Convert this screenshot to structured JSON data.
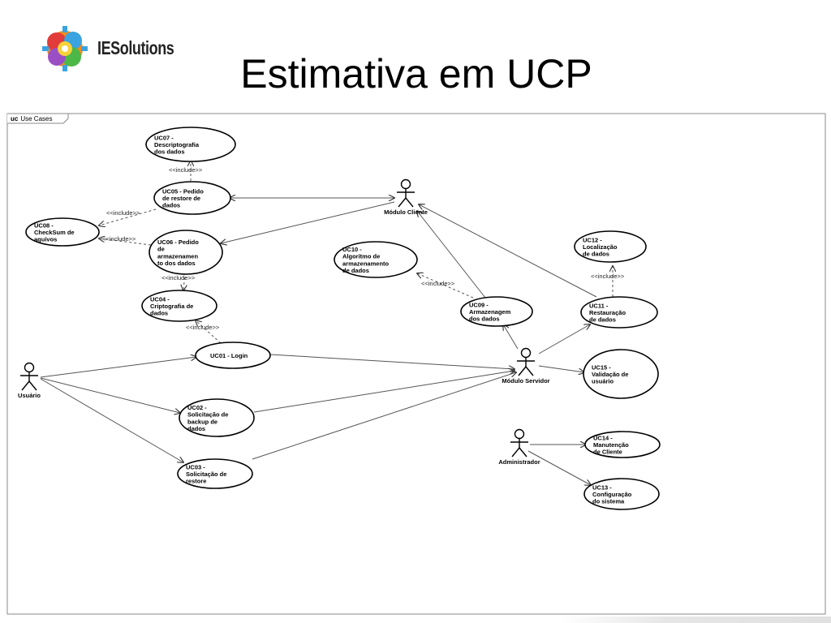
{
  "brand": {
    "name": "IESolutions"
  },
  "slide": {
    "title": "Estimativa em UCP"
  },
  "frame": {
    "keyword": "uc",
    "name": "Use Cases"
  },
  "use_cases": [
    {
      "id": "uc07",
      "lines": [
        "UC07 -",
        "Descriptografia",
        "dos dados"
      ]
    },
    {
      "id": "uc05",
      "lines": [
        "UC05 - Pedido",
        "de restore de",
        "dados"
      ]
    },
    {
      "id": "uc08",
      "lines": [
        "UC08 -",
        "CheckSum de",
        "aquivos"
      ]
    },
    {
      "id": "uc06",
      "lines": [
        "UC06 - Pedido",
        "de",
        "armazenamen",
        "to dos dados"
      ]
    },
    {
      "id": "uc04",
      "lines": [
        "UC04 -",
        "Criptografia de",
        "dados"
      ]
    },
    {
      "id": "uc01",
      "lines": [
        "UC01 - Login"
      ]
    },
    {
      "id": "uc02",
      "lines": [
        "UC02 -",
        "Solicitação de",
        "backup de",
        "dados"
      ]
    },
    {
      "id": "uc03",
      "lines": [
        "UC03 -",
        "Solicitação de",
        "restore"
      ]
    },
    {
      "id": "uc10",
      "lines": [
        "UC10 -",
        "Algoritmo de",
        "armazenamento",
        "de dados"
      ]
    },
    {
      "id": "uc09",
      "lines": [
        "UC09 -",
        "Armazenagem",
        "dos dados"
      ]
    },
    {
      "id": "uc12",
      "lines": [
        "UC12 -",
        "Localização",
        "de dados"
      ]
    },
    {
      "id": "uc11",
      "lines": [
        "UC11 -",
        "Restauração",
        "de dados"
      ]
    },
    {
      "id": "uc15",
      "lines": [
        "UC15 -",
        "Validação de",
        "usuário"
      ]
    },
    {
      "id": "uc14",
      "lines": [
        "UC14 -",
        "Manutenção",
        "de Cliente"
      ]
    },
    {
      "id": "uc13",
      "lines": [
        "UC13 -",
        "Configuração",
        "do sistema"
      ]
    }
  ],
  "actors": [
    {
      "id": "usuario",
      "label": "Usuário"
    },
    {
      "id": "cliente",
      "label": "Módulo Cliente"
    },
    {
      "id": "servidor",
      "label": "Módulo Servidor"
    },
    {
      "id": "admin",
      "label": "Administrador"
    }
  ],
  "stereotype": {
    "include": "<<include>>"
  }
}
